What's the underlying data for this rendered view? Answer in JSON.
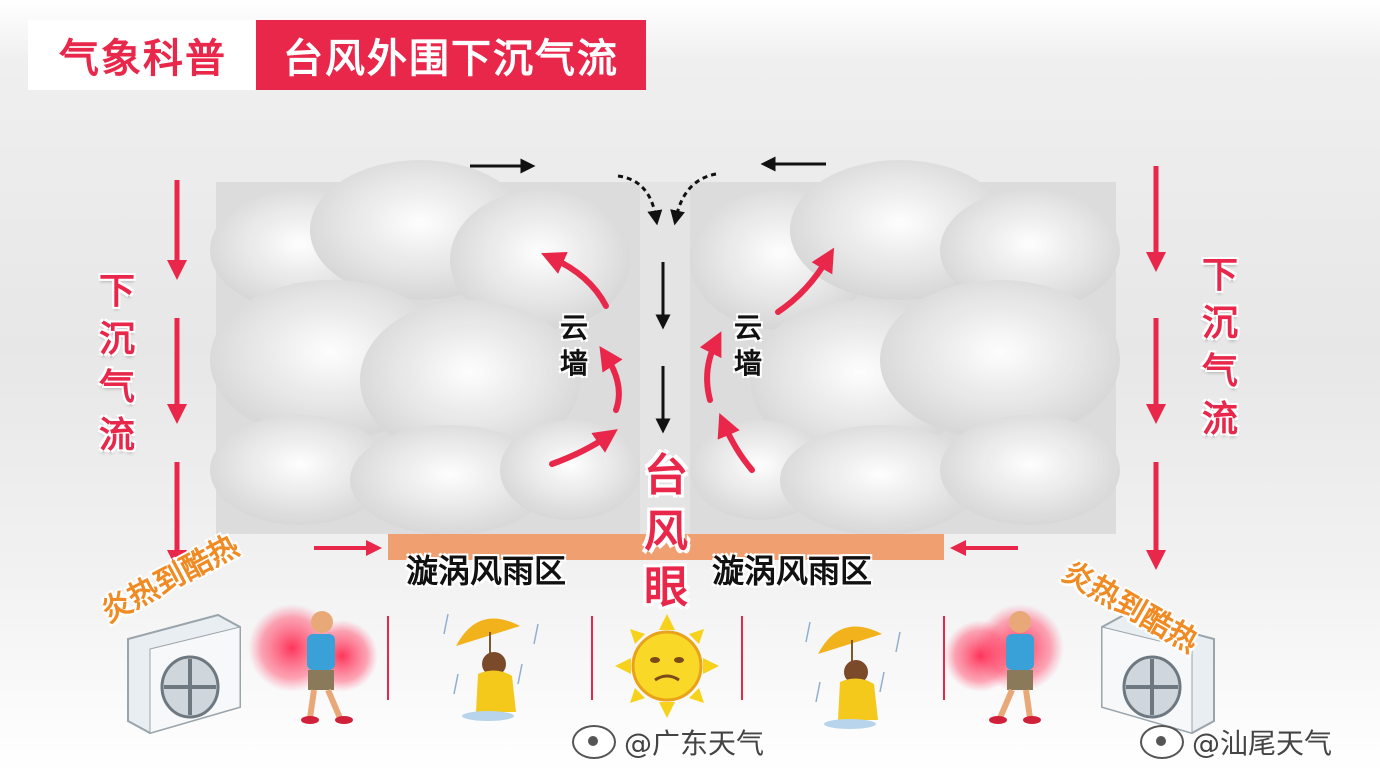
{
  "title": {
    "prefix": "气象科普",
    "main": "台风外围下沉气流"
  },
  "labels": {
    "left_downdraft": [
      "下",
      "沉",
      "气",
      "流"
    ],
    "right_downdraft": [
      "下",
      "沉",
      "气",
      "流"
    ],
    "cloud_wall_left": [
      "云",
      "墙"
    ],
    "cloud_wall_right": [
      "云",
      "墙"
    ],
    "typhoon_eye": [
      "台",
      "风",
      "眼"
    ],
    "vortex_left": "漩涡风雨区",
    "vortex_right": "漩涡风雨区",
    "hot_left": "炎热到酷热",
    "hot_right": "炎热到酷热"
  },
  "watermarks": {
    "left": "@广东天气",
    "right": "@汕尾天气"
  },
  "colors": {
    "accent_red": "#e8274b",
    "band_orange": "#f0a070",
    "hot_orange": "#f08a23"
  }
}
